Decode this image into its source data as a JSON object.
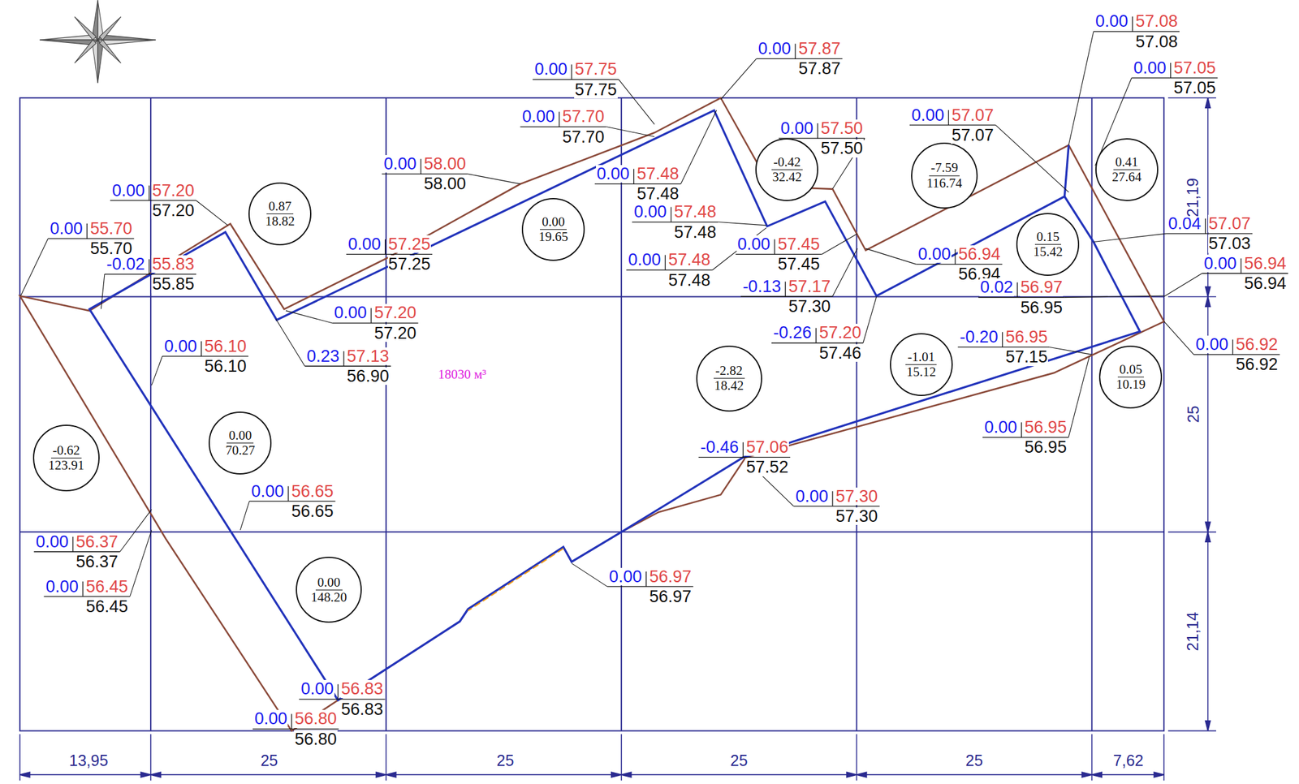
{
  "diagram": {
    "nodes": [
      {
        "text": [
          "-0.42",
          "32.42"
        ]
      },
      {
        "text": [
          "-7.59",
          "116.74"
        ]
      },
      {
        "text": [
          "0.41",
          "27.64"
        ]
      },
      {
        "text": [
          "0.87",
          "18.82"
        ]
      },
      {
        "text": [
          "0.00",
          "19.65"
        ]
      },
      {
        "text": [
          "0.15",
          "15.42"
        ]
      },
      {
        "text": [
          "-1.01",
          "15.12"
        ]
      },
      {
        "text": [
          "0.05",
          "10.19"
        ]
      },
      {
        "text": [
          "-2.82",
          "18.42"
        ]
      },
      {
        "text": [
          "0.00",
          "70.27"
        ]
      },
      {
        "text": [
          "-0.62",
          "123.91"
        ]
      },
      {
        "text": [
          "0.00",
          "148.20"
        ]
      }
    ],
    "labels": [
      "0.00",
      "57.08",
      "57.08",
      "0.00",
      "57.05",
      "57.05",
      "0.00",
      "57.87",
      "57.87",
      "0.00",
      "57.75",
      "57.75",
      "0.00",
      "57.70",
      "57.70",
      "0.00",
      "57.50",
      "57.50",
      "0.00",
      "57.07",
      "57.07",
      "0.00",
      "58.00",
      "58.00",
      "0.00",
      "57.48",
      "57.48",
      "0.00",
      "57.48",
      "57.48",
      "0.00",
      "57.45",
      "57.45",
      "0.00",
      "57.48",
      "57.48",
      "0.00",
      "57.20",
      "57.20",
      "0.00",
      "55.70",
      "55.70",
      "-0.02",
      "55.83",
      "55.85",
      "0.00",
      "57.25",
      "57.25",
      "0.00",
      "56.94",
      "56.94",
      "-0.13",
      "57.17",
      "57.30",
      "0.02",
      "56.97",
      "56.95",
      "0.04",
      "57.07",
      "57.03",
      "0.00",
      "56.94",
      "56.94",
      "0.00",
      "57.20",
      "57.20",
      "0.23",
      "57.13",
      "56.90",
      "0.00",
      "56.10",
      "56.10",
      "-0.26",
      "57.20",
      "57.46",
      "-0.20",
      "56.95",
      "57.15",
      "0.00",
      "56.92",
      "56.92",
      "0.00",
      "56.95",
      "56.95",
      "-0.46",
      "57.06",
      "57.52",
      "0.00",
      "57.30",
      "57.30",
      "0.00",
      "56.65",
      "56.65",
      "0.00",
      "56.37",
      "56.37",
      "0.00",
      "56.45",
      "56.45",
      "0.00",
      "56.97",
      "56.97",
      "0.00",
      "56.83",
      "56.83",
      "0.00",
      "56.80",
      "56.80",
      "18030 м³",
      "13,95",
      "25",
      "25",
      "25",
      "25",
      "7,62",
      "21,19",
      "25",
      "21,14"
    ]
  }
}
